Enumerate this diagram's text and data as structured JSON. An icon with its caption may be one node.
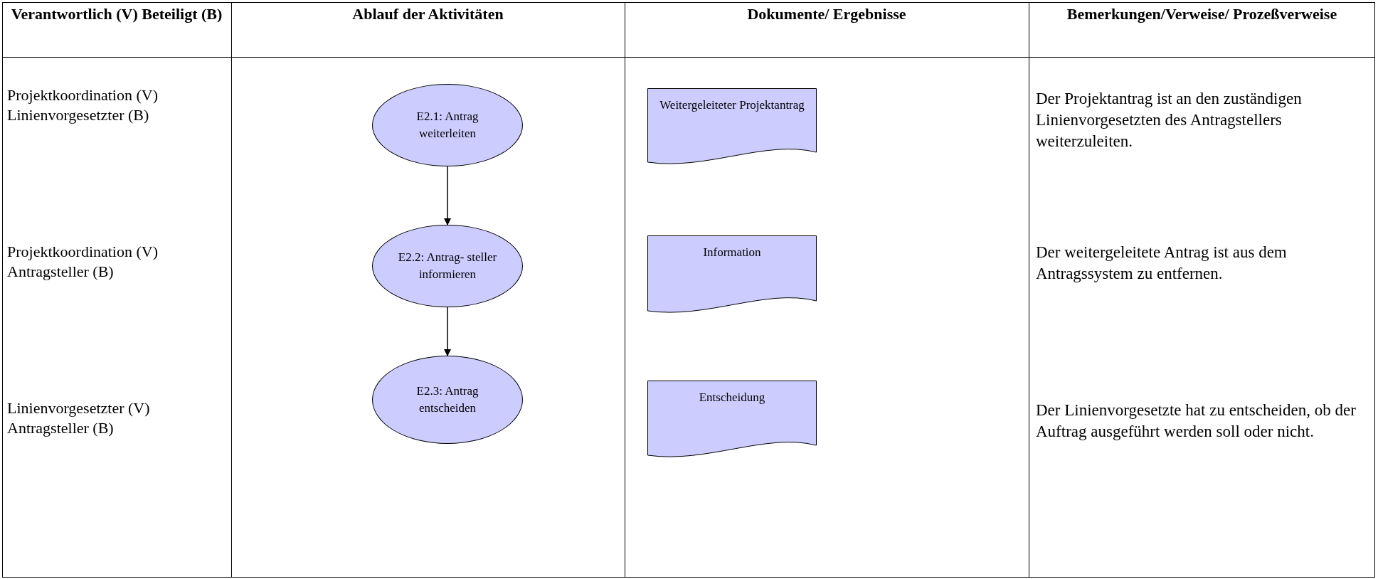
{
  "diagram": {
    "nodes": [
      {
        "text": [
          "E2.1: Antrag weiterleiten"
        ]
      },
      {
        "text": [
          "Weitergeleiteter Projektantrag"
        ]
      },
      {
        "text": [
          "E2.2: Antrag- steller informieren"
        ]
      },
      {
        "text": [
          "Information"
        ]
      },
      {
        "text": [
          "E2.3: Antrag entscheiden"
        ]
      },
      {
        "text": [
          "Entscheidung"
        ]
      }
    ],
    "edges": [
      {
        "from": 0,
        "to": 2,
        "arrow": "to"
      },
      {
        "from": 2,
        "to": 4,
        "arrow": "to"
      }
    ],
    "labels": [
      "Verantwortlich (V) Beteiligt (B)",
      "Ablauf der Aktivitäten",
      "Dokumente/ Ergebnisse",
      "Bemerkungen/Verweise/ Prozeßverweise",
      "Projektkoordination (V) Linienvorgesetzter (B)",
      "Der Projektantrag ist an den zuständigen Linienvorgesetzten des Antragstellers weiterzuleiten.",
      "Projektkoordination (V) Antragsteller (B)",
      "Der weitergeleitete Antrag ist aus dem Antragssystem zu entfernen.",
      "Linienvorgesetzter (V) Antragsteller (B)",
      "Der Linienvorgesetzte hat zu entscheiden, ob der Auftrag ausgeführt werden soll oder nicht."
    ]
  }
}
